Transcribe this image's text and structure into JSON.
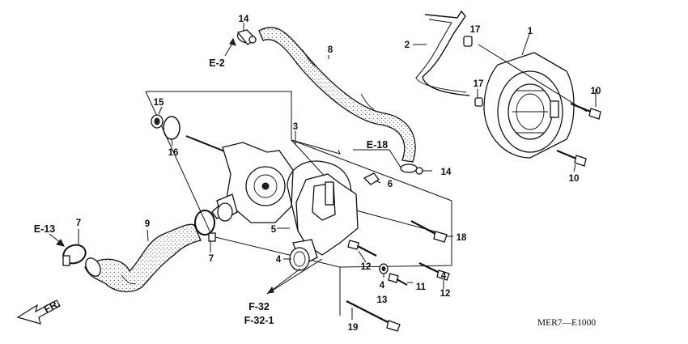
{
  "callouts": {
    "c1": "1",
    "c2": "2",
    "c3": "3",
    "c4a": "4",
    "c4b": "4",
    "c4c": "4",
    "c5": "5",
    "c6": "6",
    "c7a": "7",
    "c7b": "7",
    "c8": "8",
    "c9": "9",
    "c10a": "10",
    "c10b": "10",
    "c11": "11",
    "c12a": "12",
    "c12b": "12",
    "c13": "13",
    "c14a": "14",
    "c14b": "14",
    "c15": "15",
    "c16": "16",
    "c17a": "17",
    "c17b": "17",
    "c18": "18",
    "c19": "19"
  },
  "references": {
    "e2": "E-2",
    "e13": "E-13",
    "e18": "E-18",
    "f32": "F-32",
    "f321": "F-32-1"
  },
  "direction": {
    "label": "FR."
  },
  "diagram_code": "MER7—E1000"
}
